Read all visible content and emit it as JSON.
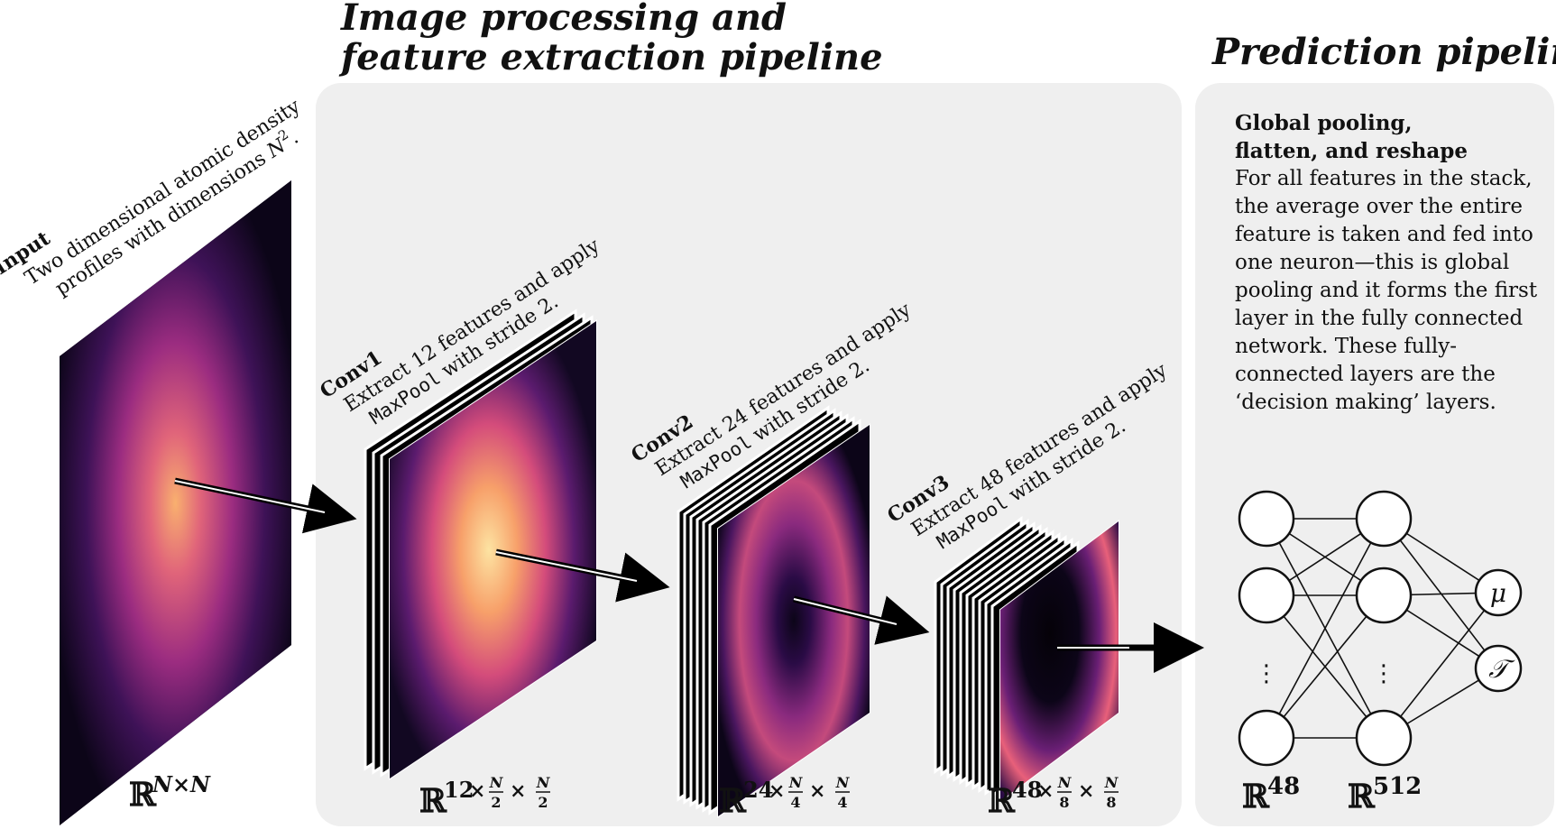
{
  "titles": {
    "feature_pipeline": [
      "Image processing and",
      "feature extraction pipeline"
    ],
    "prediction_pipeline": "Prediction pipeline"
  },
  "input": {
    "heading": "Input",
    "lines": [
      "Two dimensional atomic density",
      "profiles with dimensions "
    ],
    "n_symbol": "N",
    "n_exp": "2",
    "period": ".",
    "dimension_base": "ℝ",
    "dimension_exp": "N×N"
  },
  "layers": [
    {
      "name": "Conv1",
      "line1": "Extract 12 features and apply",
      "op": "MaxPool",
      "op_tail": " with stride 2.",
      "dim_base": "ℝ",
      "channels": "12",
      "frac_den": "2",
      "frac_num": "N",
      "times": "×"
    },
    {
      "name": "Conv2",
      "line1": "Extract 24 features and apply",
      "op": "MaxPool",
      "op_tail": " with stride 2.",
      "dim_base": "ℝ",
      "channels": "24",
      "frac_den": "4",
      "frac_num": "N",
      "times": "×"
    },
    {
      "name": "Conv3",
      "line1": "Extract 48 features and apply",
      "op": "MaxPool",
      "op_tail": " with stride 2.",
      "dim_base": "ℝ",
      "channels": "48",
      "frac_den": "8",
      "frac_num": "N",
      "times": "×"
    }
  ],
  "prediction": {
    "heading": [
      "Global pooling,",
      "flatten, and reshape"
    ],
    "text": "For all features in the stack, the average over the entire feature is taken and fed into one neuron—this is global pooling and it forms the first layer in the fully connected network. These fully-connected layers are the ‘decision making’ layers.",
    "outputs": [
      "μ",
      "𝒯"
    ],
    "ellipsis": "⋮",
    "layer_dims": [
      {
        "base": "ℝ",
        "exp": "48"
      },
      {
        "base": "ℝ",
        "exp": "512"
      }
    ]
  },
  "colors": {
    "panel": "#efefef",
    "heat_dark": "#0c0518",
    "heat_mid": "#8a2a7e",
    "heat_hot": "#f7a06a",
    "heat_peak": "#fde3a2"
  }
}
